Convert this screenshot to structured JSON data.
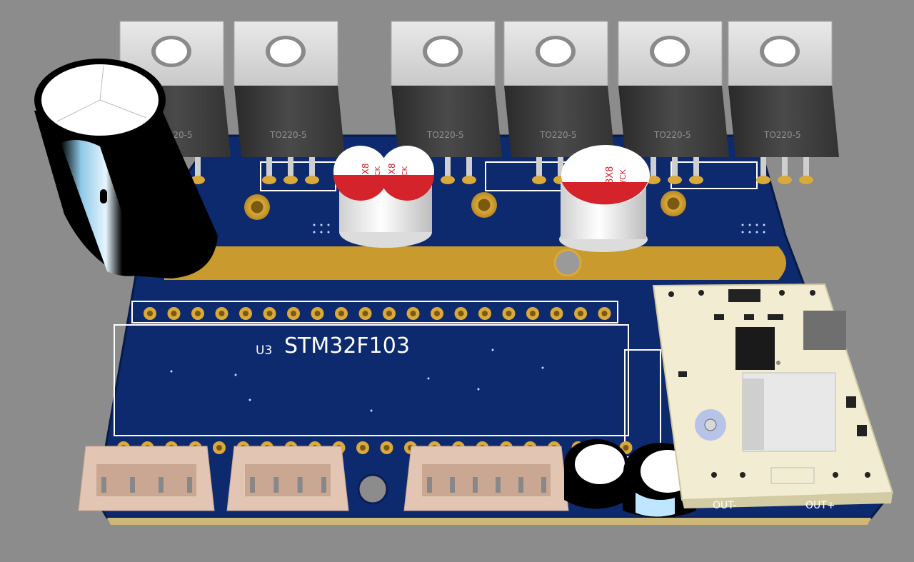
{
  "scene": {
    "background": "#8c8c8c",
    "board_color": "#0d2a6e",
    "copper_color": "#c99a2e",
    "silkscreen_color": "#ffffff"
  },
  "chip": {
    "designator": "U3",
    "part": "STM32F103"
  },
  "regulators": [
    {
      "label": "TO220-5"
    },
    {
      "label": "TO220-5"
    },
    {
      "label": "TO220-5"
    },
    {
      "label": "TO220-5"
    },
    {
      "label": "TO220-5"
    },
    {
      "label": "TO220-5"
    }
  ],
  "smd_caps": [
    {
      "size": "8X8",
      "brand": "YCK"
    },
    {
      "size": "8X8",
      "brand": "YCK"
    },
    {
      "size": "8X8",
      "brand": "YCK"
    }
  ],
  "module": {
    "out_left": "OUT-",
    "out_right": "OUT+"
  }
}
